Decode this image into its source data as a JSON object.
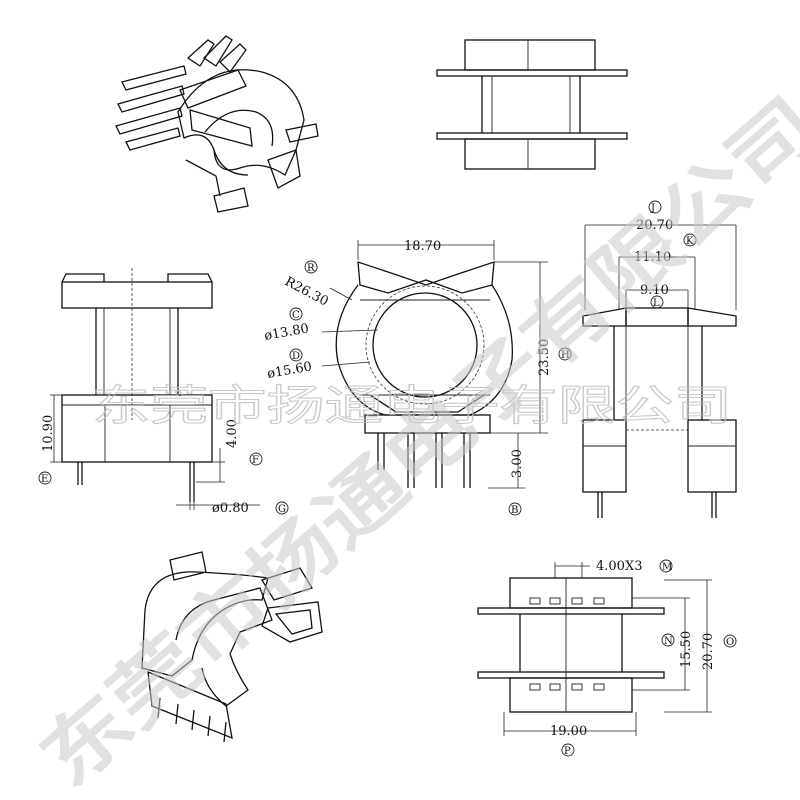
{
  "watermark": {
    "diagonal_text": "东莞市扬通电子有限公司",
    "horizontal_text": "东莞市扬通电子有限公司"
  },
  "front_view": {
    "dims": {
      "height": "10.90",
      "pin_length": "4.00",
      "pin_dia": "ø0.80"
    },
    "labels": {
      "height": "E",
      "pin_length": "F",
      "pin_dia": "G"
    }
  },
  "side_view": {
    "dims": {
      "width": "18.70",
      "r_outer": "R26.30",
      "d_inner": "ø13.80",
      "d_mid": "ø15.60",
      "height": "23.50",
      "pin_length": "3.00"
    },
    "labels": {
      "r_outer": "R",
      "d_inner": "C",
      "d_mid": "D",
      "height": "H",
      "pin_length": "B"
    }
  },
  "right_view": {
    "dims": {
      "overall": "20.70",
      "mid": "11.10",
      "inner": "9.10"
    },
    "labels": {
      "overall": "J",
      "mid": "K",
      "inner": "L"
    }
  },
  "bottom_view": {
    "dims": {
      "pin_pitch": "4.00X3",
      "pin_row_span": "15.50",
      "overall_height": "20.70",
      "overall_width": "19.00"
    },
    "labels": {
      "pin_pitch": "M",
      "pin_row_span": "N",
      "overall_height": "O",
      "overall_width": "P"
    }
  }
}
